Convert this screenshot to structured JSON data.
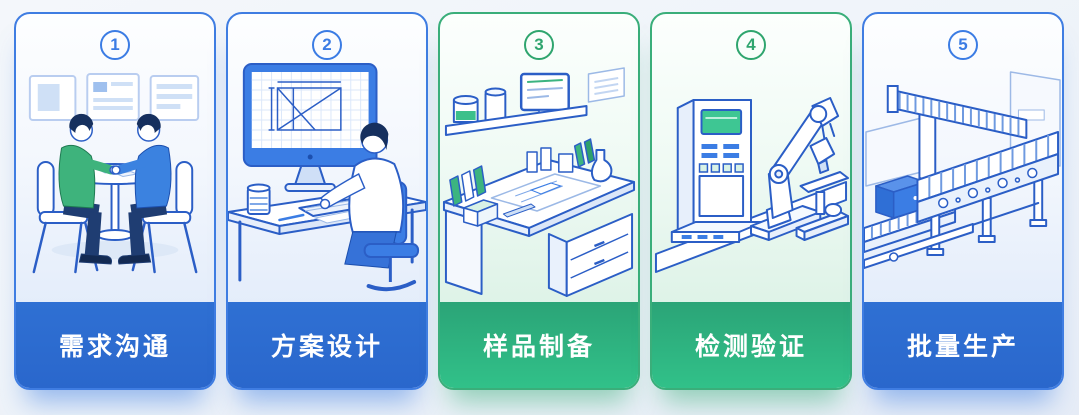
{
  "steps": [
    {
      "number": "1",
      "label": "需求沟通",
      "theme": "blue",
      "illustration": "meeting-illustration"
    },
    {
      "number": "2",
      "label": "方案设计",
      "theme": "blue",
      "illustration": "design-illustration"
    },
    {
      "number": "3",
      "label": "样品制备",
      "theme": "green",
      "illustration": "lab-illustration"
    },
    {
      "number": "4",
      "label": "检测验证",
      "theme": "green",
      "illustration": "testing-illustration"
    },
    {
      "number": "5",
      "label": "批量生产",
      "theme": "blue",
      "illustration": "production-illustration"
    }
  ],
  "colors": {
    "blue_accent": "#2e6fd2",
    "green_accent": "#2fae7c",
    "badge_blue": "#3b7ce4",
    "badge_green": "#2fa56e",
    "card_border_blue": "#3f7de2",
    "card_border_green": "#3aae7a",
    "label_text": "#ffffff",
    "line_ink": "#2b5ec6"
  }
}
